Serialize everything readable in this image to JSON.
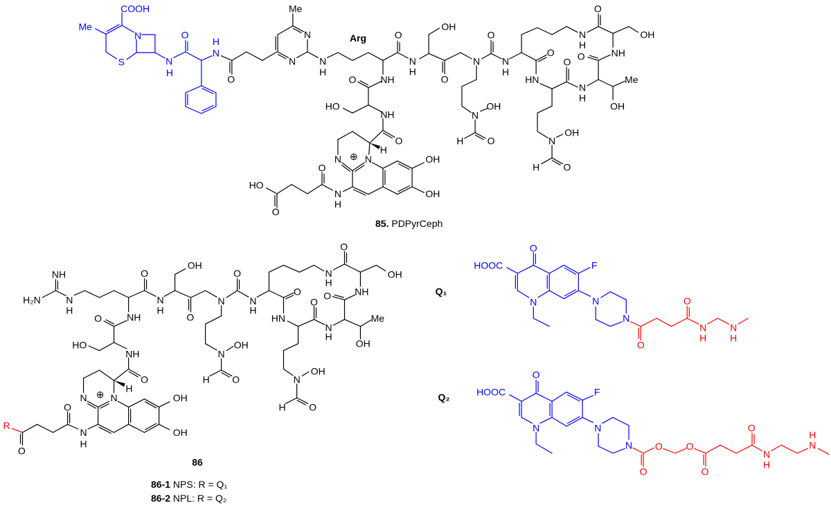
{
  "colors": {
    "black": "#000000",
    "blue": "#0000ff",
    "red": "#ff0000"
  },
  "compound_85": {
    "number": "85.",
    "name": " PDPyrCeph",
    "fragment_label": "Arg",
    "atoms_a": [
      "COOH",
      "Me",
      "N",
      "S",
      "N",
      "H",
      "O",
      "H",
      "N",
      "O",
      "Me",
      "N",
      "N",
      "N",
      "H",
      "O",
      "NH",
      "O",
      "HO",
      "NH",
      "O",
      "H",
      "N",
      "⊕",
      "N",
      "O",
      "HO",
      "O",
      "N",
      "H",
      "N",
      "H"
    ],
    "atoms_b": [
      "OH",
      "O",
      "O",
      "N",
      "N",
      "H",
      "O",
      "N",
      "H",
      "O",
      "OH",
      "NH",
      "O",
      "HN",
      "O",
      "N",
      "H",
      "Me",
      "OH",
      "OH",
      "N",
      "H",
      "O",
      "OH",
      "N",
      "H",
      "O",
      "OH",
      "OH"
    ]
  },
  "compound_86": {
    "number": "86",
    "variants": [
      {
        "id": "86-1",
        "text": " NPS: R = Q₁"
      },
      {
        "id": "86-2",
        "text": " NPL: R = Q₂"
      }
    ],
    "atoms": [
      "H₂N",
      "NH",
      "N",
      "H",
      "O",
      "N",
      "H",
      "OH",
      "O",
      "N",
      "O",
      "N",
      "H",
      "N",
      "H",
      "O",
      "OH",
      "NH",
      "O",
      "O",
      "HN",
      "O",
      "N",
      "H",
      "Me",
      "OH",
      "O",
      "NH",
      "HO",
      "NH",
      "O",
      "H",
      "N",
      "⊕",
      "N",
      "OH",
      "OH",
      "O",
      "R",
      "O",
      "N",
      "H",
      "OH",
      "N",
      "H",
      "O",
      "OH",
      "N",
      "H",
      "O"
    ]
  },
  "q1": {
    "label": "Q₁",
    "atoms": [
      "O",
      "HOOC",
      "F",
      "N",
      "N",
      "N",
      "O",
      "O",
      "N",
      "H",
      "N",
      "H"
    ]
  },
  "q2": {
    "label": "Q₂",
    "atoms": [
      "O",
      "HOOC",
      "F",
      "N",
      "N",
      "N",
      "O",
      "O",
      "O",
      "O",
      "O",
      "N",
      "H",
      "H",
      "N"
    ]
  }
}
